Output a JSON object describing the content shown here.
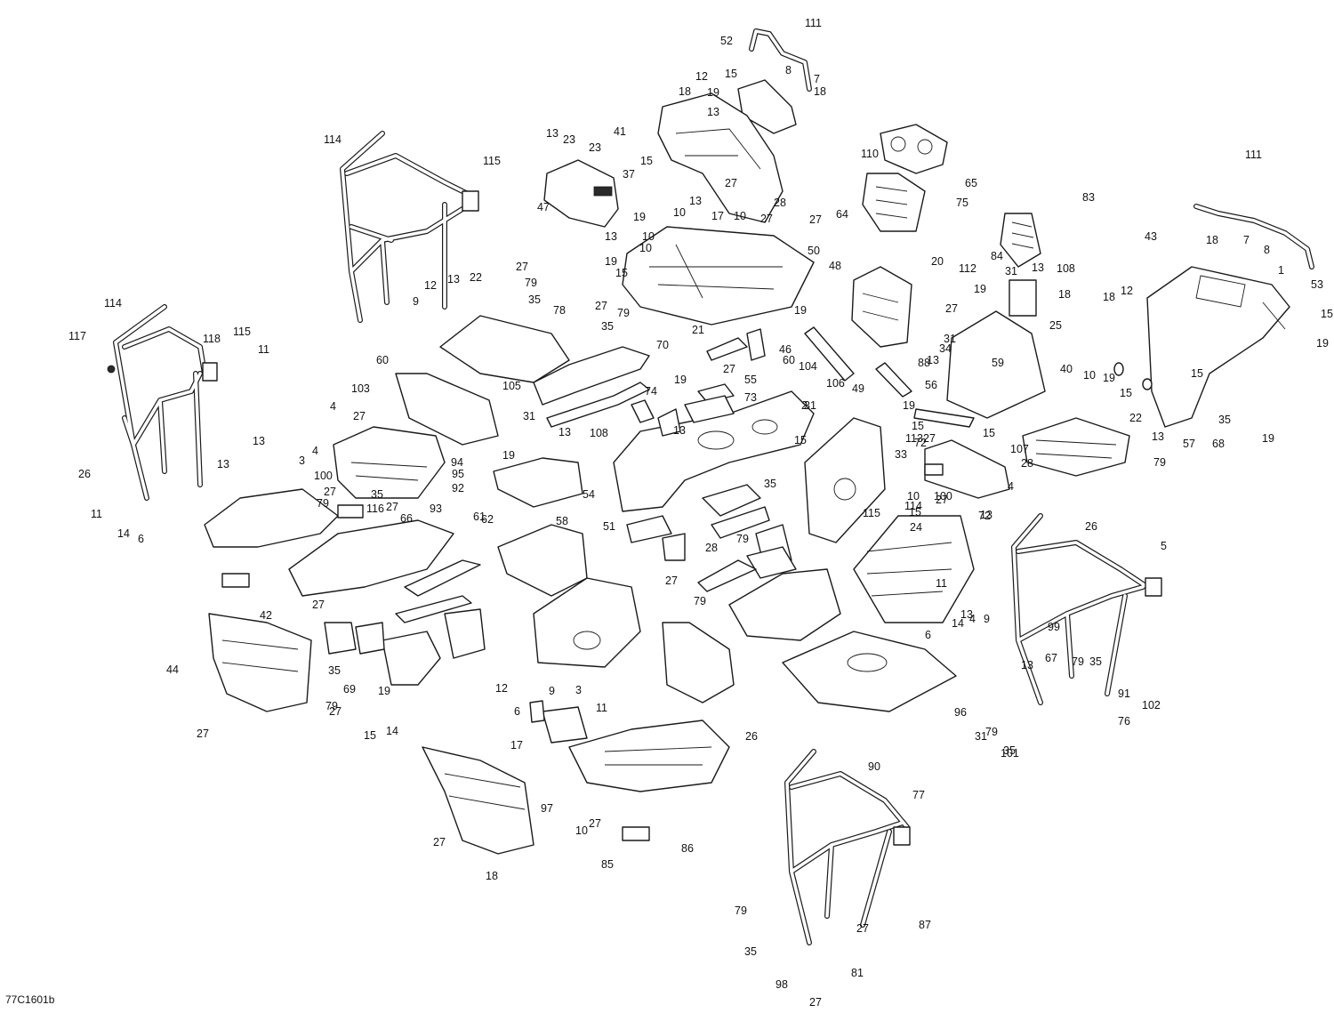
{
  "diagram_code": "77C1601b",
  "callouts": [
    "111",
    "52",
    "15",
    "8",
    "7",
    "18",
    "12",
    "19",
    "18",
    "13",
    "23",
    "41",
    "13",
    "23",
    "37",
    "15",
    "27",
    "10",
    "13",
    "19",
    "110",
    "65",
    "75",
    "64",
    "27",
    "114",
    "115",
    "47",
    "10",
    "17",
    "10",
    "27",
    "28",
    "10",
    "13",
    "19",
    "15",
    "50",
    "111",
    "83",
    "48",
    "20",
    "112",
    "84",
    "31",
    "19",
    "13",
    "108",
    "18",
    "25",
    "43",
    "18",
    "7",
    "8",
    "1",
    "53",
    "15",
    "19",
    "18",
    "12",
    "114",
    "118",
    "115",
    "117",
    "11",
    "26",
    "11",
    "6",
    "14",
    "12",
    "13",
    "22",
    "9",
    "27",
    "79",
    "35",
    "78",
    "27",
    "79",
    "35",
    "21",
    "19",
    "70",
    "46",
    "27",
    "60",
    "105",
    "19",
    "74",
    "55",
    "73",
    "104",
    "106",
    "49",
    "56",
    "31",
    "15",
    "19",
    "13",
    "31",
    "27",
    "88",
    "34",
    "59",
    "40",
    "10",
    "19",
    "15",
    "22",
    "13",
    "15",
    "68",
    "19",
    "35",
    "79",
    "57",
    "60",
    "103",
    "31",
    "19",
    "13",
    "108",
    "13",
    "2",
    "15",
    "33",
    "113",
    "27",
    "100",
    "15",
    "107",
    "28",
    "4",
    "72",
    "13",
    "13",
    "3",
    "4",
    "27",
    "4",
    "100",
    "27",
    "79",
    "35",
    "116",
    "66",
    "27",
    "93",
    "94",
    "95",
    "92",
    "61",
    "62",
    "58",
    "54",
    "51",
    "28",
    "27",
    "35",
    "79",
    "79",
    "27",
    "13",
    "10",
    "15",
    "24",
    "114",
    "115",
    "11",
    "14",
    "6",
    "13",
    "4",
    "9",
    "26",
    "5",
    "72",
    "13",
    "31",
    "101",
    "99",
    "79",
    "35",
    "76",
    "102",
    "91",
    "79",
    "35",
    "67",
    "27",
    "42",
    "44",
    "27",
    "35",
    "79",
    "27",
    "69",
    "19",
    "15",
    "14",
    "12",
    "9",
    "3",
    "6",
    "11",
    "26",
    "17",
    "27",
    "18",
    "97",
    "10",
    "27",
    "85",
    "86",
    "90",
    "77",
    "79",
    "27",
    "87",
    "35",
    "81",
    "98",
    "27",
    "96",
    "18",
    "23",
    "13",
    "5",
    "31",
    "72",
    "114",
    "115",
    "26",
    "4",
    "9",
    "6",
    "14",
    "13",
    "11",
    "35"
  ]
}
